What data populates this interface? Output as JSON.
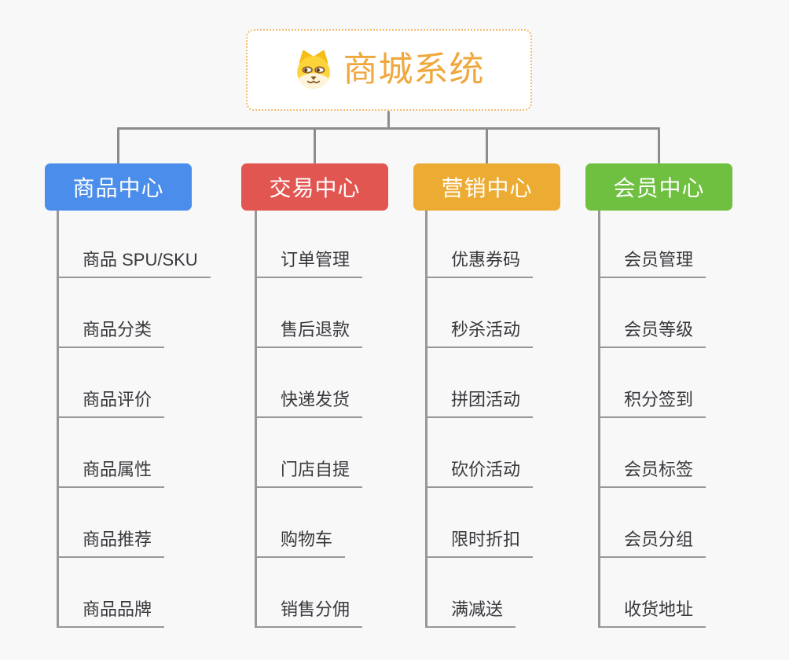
{
  "page": {
    "background_color": "#f8f8f8",
    "connector_color": "#8c8c8c",
    "leaf_line_color": "#98989a",
    "leaf_text_color": "#37383c"
  },
  "root": {
    "title": "商城系统",
    "logo_icon": "shiba-dog-icon",
    "title_color": "#efa83c",
    "border_color": "#f3bc6b"
  },
  "branches": [
    {
      "label": "商品中心",
      "color": "#4a8dea",
      "children": [
        "商品 SPU/SKU",
        "商品分类",
        "商品评价",
        "商品属性",
        "商品推荐",
        "商品品牌"
      ]
    },
    {
      "label": "交易中心",
      "color": "#e25652",
      "children": [
        "订单管理",
        "售后退款",
        "快递发货",
        "门店自提",
        "购物车",
        "销售分佣"
      ]
    },
    {
      "label": "营销中心",
      "color": "#ecac33",
      "children": [
        "优惠券码",
        "秒杀活动",
        "拼团活动",
        "砍价活动",
        "限时折扣",
        "满减送"
      ]
    },
    {
      "label": "会员中心",
      "color": "#6fbf41",
      "children": [
        "会员管理",
        "会员等级",
        "积分签到",
        "会员标签",
        "会员分组",
        "收货地址"
      ]
    }
  ]
}
